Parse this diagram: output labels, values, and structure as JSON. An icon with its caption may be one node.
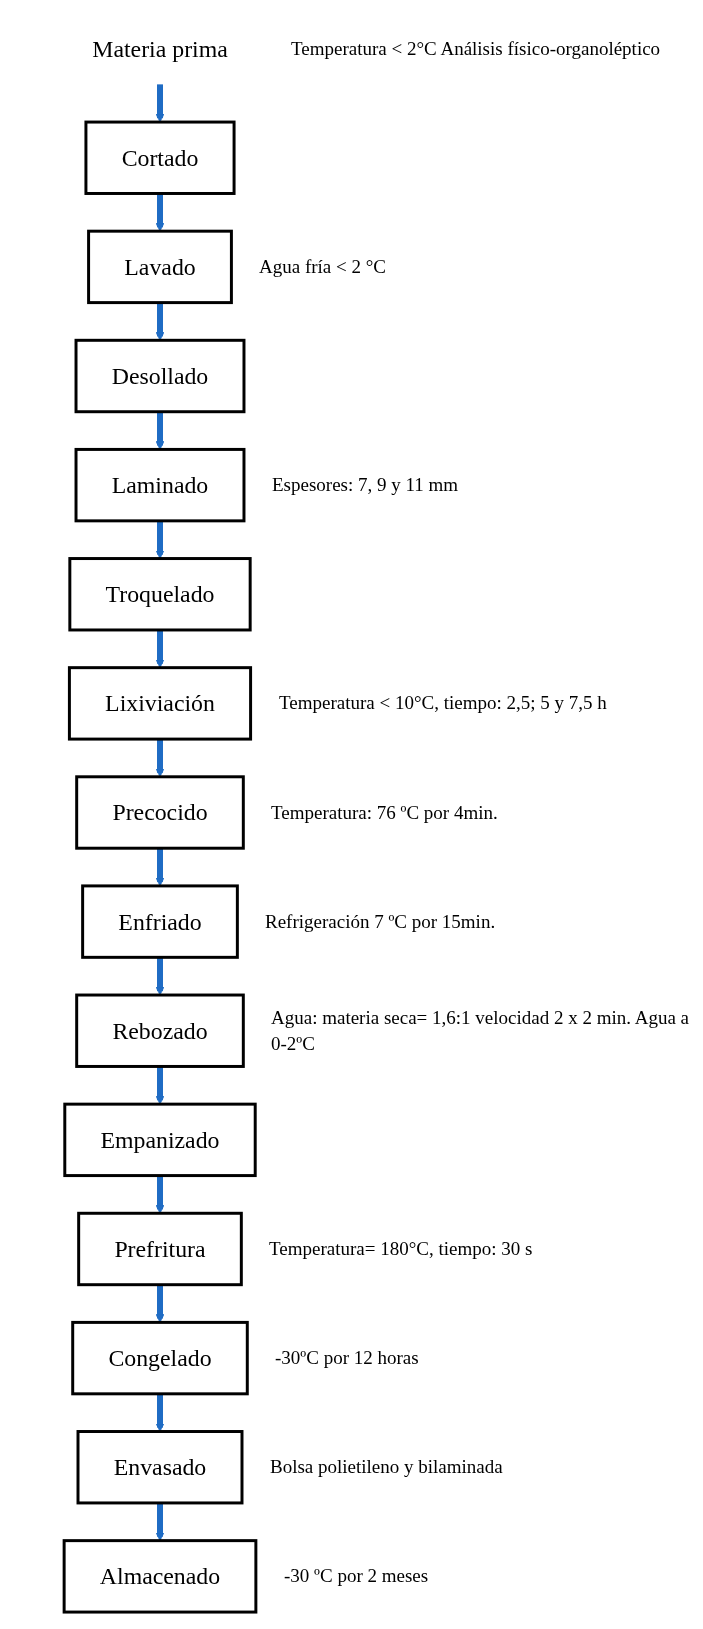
{
  "diagram": {
    "nodes": [
      {
        "text": [
          "Materia prima"
        ],
        "beside": [
          "Temperatura < 2°C Análisis físico-organoléptico"
        ]
      },
      {
        "text": [
          "Cortado"
        ]
      },
      {
        "text": [
          "Lavado"
        ],
        "beside": [
          "Agua fría < 2 °C"
        ]
      },
      {
        "text": [
          "Desollado"
        ]
      },
      {
        "text": [
          "Laminado"
        ],
        "beside": [
          "Espesores: 7, 9 y 11 mm"
        ]
      },
      {
        "text": [
          "Troquelado"
        ]
      },
      {
        "text": [
          "Lixiviación"
        ],
        "beside": [
          "Temperatura < 10°C, tiempo: 2,5; 5 y 7,5 h"
        ]
      },
      {
        "text": [
          "Precocido"
        ],
        "beside": [
          "Temperatura: 76 ºC por 4min."
        ]
      },
      {
        "text": [
          "Enfriado"
        ],
        "beside": [
          "Refrigeración 7 ºC por 15min."
        ]
      },
      {
        "text": [
          "Rebozado"
        ],
        "beside": [
          "Agua: materia seca= 1,6:1 velocidad 2 x 2 min. Agua a 0-2ºC"
        ]
      },
      {
        "text": [
          "Empanizado"
        ]
      },
      {
        "text": [
          "Prefritura"
        ],
        "beside": [
          "Temperatura= 180°C, tiempo: 30 s"
        ]
      },
      {
        "text": [
          "Congelado"
        ],
        "beside": [
          "-30ºC por 12 horas"
        ]
      },
      {
        "text": [
          "Envasado"
        ],
        "beside": [
          "Bolsa polietileno y bilaminada"
        ]
      },
      {
        "text": [
          "Almacenado"
        ],
        "beside": [
          "-30 ºC por 2 meses"
        ]
      }
    ],
    "edges": [
      {
        "from": 0,
        "to": 1,
        "arrow": "to"
      },
      {
        "from": 1,
        "to": 2,
        "arrow": "to"
      },
      {
        "from": 2,
        "to": 3,
        "arrow": "to"
      },
      {
        "from": 3,
        "to": 4,
        "arrow": "to"
      },
      {
        "from": 4,
        "to": 5,
        "arrow": "to"
      },
      {
        "from": 5,
        "to": 6,
        "arrow": "to"
      },
      {
        "from": 6,
        "to": 7,
        "arrow": "to"
      },
      {
        "from": 7,
        "to": 8,
        "arrow": "to"
      },
      {
        "from": 8,
        "to": 9,
        "arrow": "to"
      },
      {
        "from": 9,
        "to": 10,
        "arrow": "to"
      },
      {
        "from": 10,
        "to": 11,
        "arrow": "to"
      },
      {
        "from": 11,
        "to": 12,
        "arrow": "to"
      },
      {
        "from": 12,
        "to": 13,
        "arrow": "to"
      },
      {
        "from": 13,
        "to": 14,
        "arrow": "to"
      }
    ]
  }
}
